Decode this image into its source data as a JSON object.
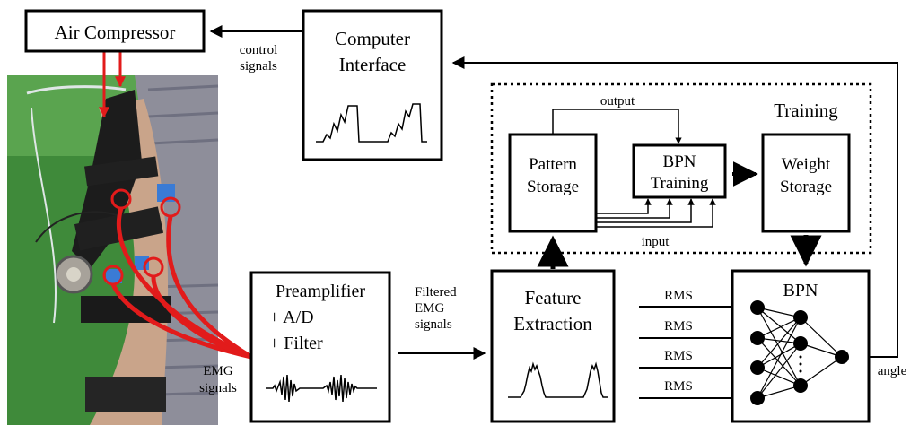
{
  "blocks": {
    "air_compressor": "Air Compressor",
    "computer_interface_line1": "Computer",
    "computer_interface_line2": "Interface",
    "control_signals_line1": "control",
    "control_signals_line2": "signals",
    "training": "Training",
    "output": "output",
    "input": "input",
    "pattern_storage_line1": "Pattern",
    "pattern_storage_line2": "Storage",
    "bpn_training_line1": "BPN",
    "bpn_training_line2": "Training",
    "weight_storage_line1": "Weight",
    "weight_storage_line2": "Storage",
    "preamp_line1": "Preamplifier",
    "preamp_line2": "+ A/D",
    "preamp_line3": "+ Filter",
    "filtered_line1": "Filtered",
    "filtered_line2": "EMG",
    "filtered_line3": "signals",
    "feature_line1": "Feature",
    "feature_line2": "Extraction",
    "rms": [
      "RMS",
      "RMS",
      "RMS",
      "RMS"
    ],
    "bpn": "BPN",
    "angle": "angle",
    "emg_line1": "EMG",
    "emg_line2": "signals"
  },
  "colors": {
    "wire": "#e21b1b",
    "photo_bg": "#3f8a3a",
    "sleeve": "#8e8e9a"
  }
}
